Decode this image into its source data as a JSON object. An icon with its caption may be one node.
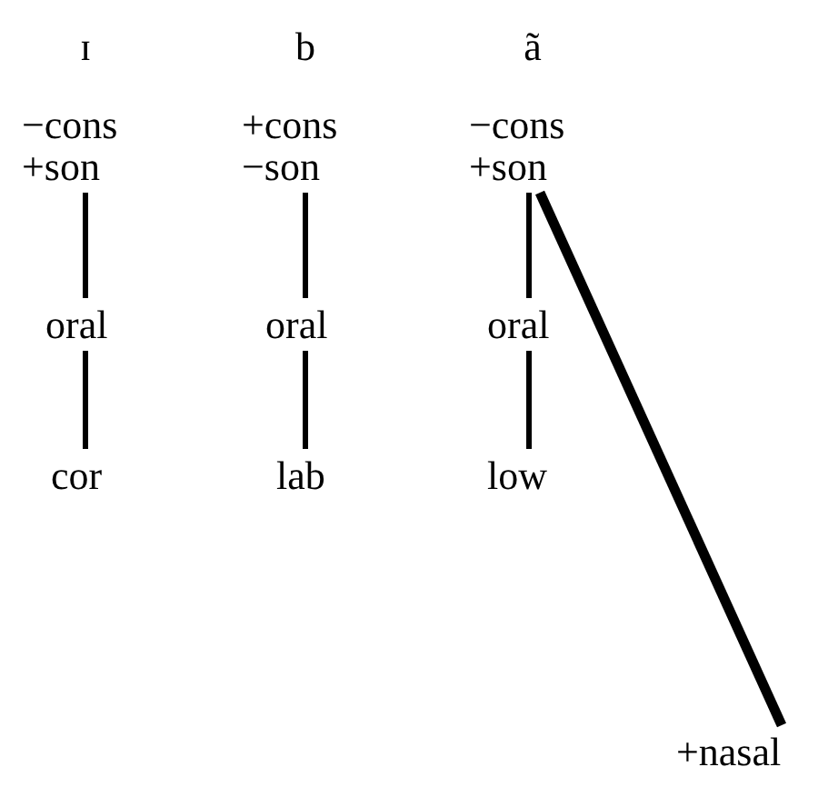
{
  "diagram": {
    "nodes": [
      {
        "text": [
          "ɪ",
          "−cons",
          "+son"
        ]
      },
      {
        "text": [
          "oral"
        ]
      },
      {
        "text": [
          "cor"
        ]
      },
      {
        "text": [
          "b",
          "+cons",
          "−son"
        ]
      },
      {
        "text": [
          "oral"
        ]
      },
      {
        "text": [
          "lab"
        ]
      },
      {
        "text": [
          "ã",
          "−cons",
          "+son"
        ]
      },
      {
        "text": [
          "oral"
        ]
      },
      {
        "text": [
          "low"
        ]
      },
      {
        "text": [
          "+nasal"
        ]
      }
    ],
    "edges": [
      {
        "from": 0,
        "to": 1,
        "arrow": "none"
      },
      {
        "from": 1,
        "to": 2,
        "arrow": "none"
      },
      {
        "from": 3,
        "to": 4,
        "arrow": "none"
      },
      {
        "from": 4,
        "to": 5,
        "arrow": "none"
      },
      {
        "from": 6,
        "to": 7,
        "arrow": "none"
      },
      {
        "from": 7,
        "to": 8,
        "arrow": "none"
      },
      {
        "from": 6,
        "to": 9,
        "arrow": "none",
        "style": "thick"
      }
    ]
  }
}
